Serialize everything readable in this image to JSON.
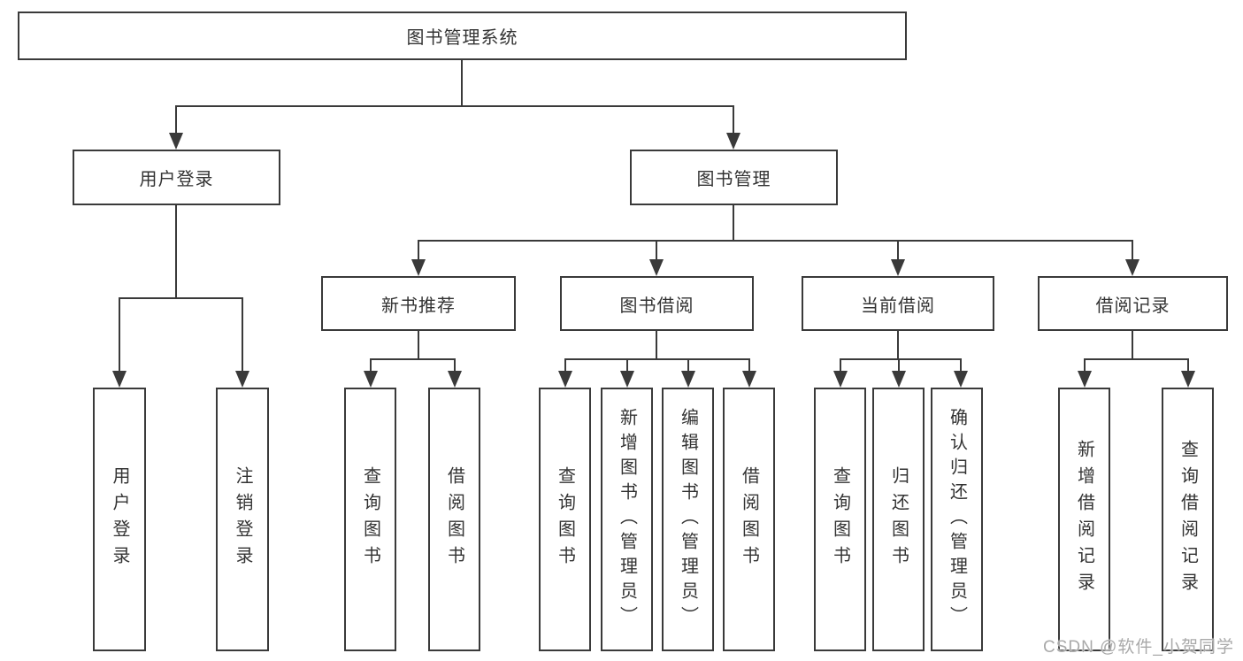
{
  "diagram": {
    "root": {
      "label": "图书管理系统"
    },
    "branches": [
      {
        "label": "用户登录",
        "children": [
          "用户登录",
          "注销登录"
        ]
      },
      {
        "label": "图书管理",
        "sections": [
          {
            "label": "新书推荐",
            "children": [
              "查询图书",
              "借阅图书"
            ]
          },
          {
            "label": "图书借阅",
            "children": [
              "查询图书",
              "新增图书（管理员）",
              "编辑图书（管理员）",
              "借阅图书"
            ]
          },
          {
            "label": "当前借阅",
            "children": [
              "查询图书",
              "归还图书",
              "确认归还（管理员）"
            ]
          },
          {
            "label": "借阅记录",
            "children": [
              "新增借阅记录",
              "查询借阅记录"
            ]
          }
        ]
      }
    ]
  },
  "watermark": "CSDN @软件_小贺同学",
  "colors": {
    "line": "#3a3a3a",
    "text": "#333333",
    "watermark": "#a9a9a9",
    "background": "#ffffff"
  }
}
